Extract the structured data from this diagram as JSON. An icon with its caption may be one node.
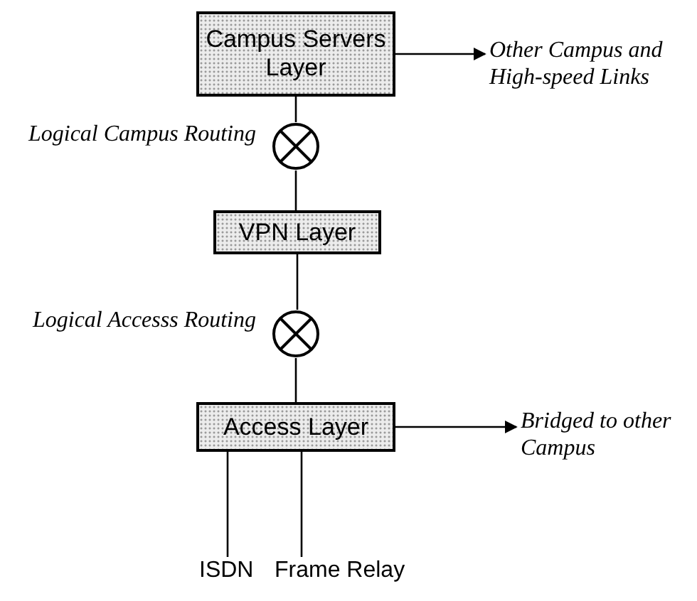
{
  "diagram": {
    "nodes": [
      {
        "text": [
          "Campus Servers Layer"
        ]
      },
      {
        "text": [
          "Other Campus and High-speed Links"
        ]
      },
      {
        "text": [],
        "shape": "circle",
        "beside": [
          "Logical Campus Routing"
        ]
      },
      {
        "text": [
          "VPN Layer"
        ]
      },
      {
        "text": [],
        "shape": "circle",
        "beside": [
          "Logical Accesss Routing"
        ]
      },
      {
        "text": [
          "Access Layer"
        ]
      },
      {
        "text": [
          "Bridged to other Campus"
        ]
      },
      {
        "text": [
          "ISDN"
        ]
      },
      {
        "text": [
          "Frame Relay"
        ]
      }
    ],
    "edges": [
      {
        "from": 0,
        "to": 1,
        "arrow": "to"
      },
      {
        "from": 0,
        "to": 2,
        "arrow": "none"
      },
      {
        "from": 2,
        "to": 3,
        "arrow": "none"
      },
      {
        "from": 3,
        "to": 4,
        "arrow": "none"
      },
      {
        "from": 4,
        "to": 5,
        "arrow": "none"
      },
      {
        "from": 5,
        "to": 6,
        "arrow": "to"
      },
      {
        "from": 5,
        "to": 7,
        "arrow": "none"
      },
      {
        "from": 5,
        "to": 8,
        "arrow": "none"
      }
    ]
  }
}
